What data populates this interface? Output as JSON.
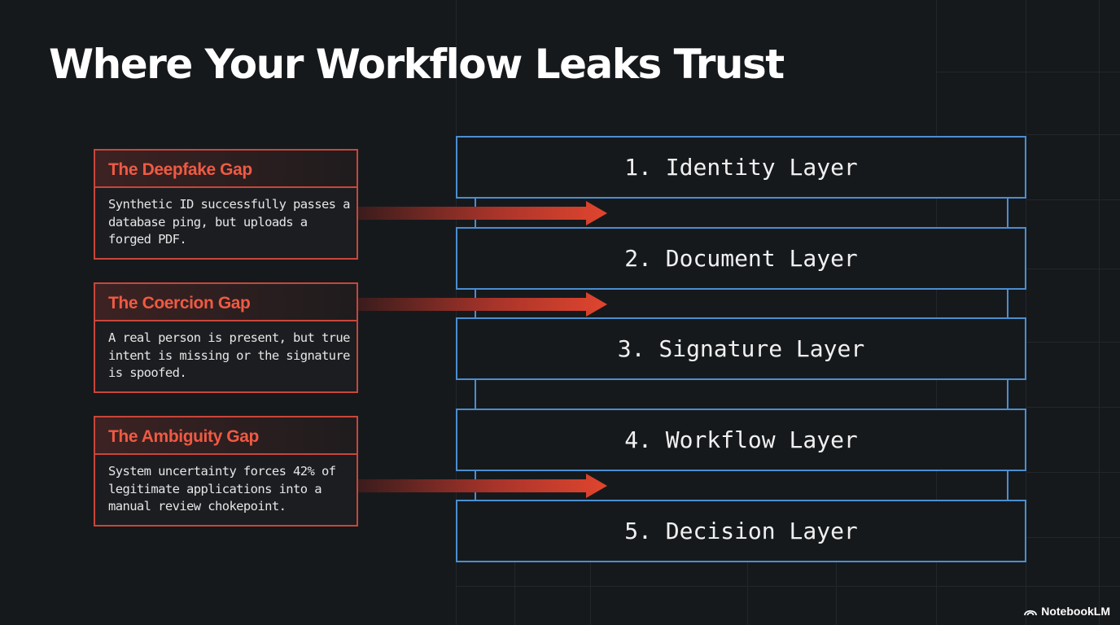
{
  "title": "Where Your Workflow Leaks Trust",
  "gaps": [
    {
      "title": "The Deepfake Gap",
      "body": "Synthetic ID successfully passes a database ping, but uploads a forged PDF.",
      "icon": "arrow-right-icon"
    },
    {
      "title": "The Coercion Gap",
      "body": "A real person is present, but true intent is missing or the signature is spoofed.",
      "icon": "arrow-right-icon"
    },
    {
      "title": "The Ambiguity Gap",
      "body": "System uncertainty forces 42% of legitimate applications into a manual review chokepoint.",
      "icon": "arrow-right-icon"
    }
  ],
  "layers": [
    {
      "label": "1. Identity Layer"
    },
    {
      "label": "2. Document Layer"
    },
    {
      "label": "3. Signature Layer"
    },
    {
      "label": "4. Workflow Layer"
    },
    {
      "label": "5. Decision Layer"
    }
  ],
  "brand": {
    "label": "NotebookLM",
    "icon": "notebooklm-logo-icon"
  },
  "colors": {
    "background": "#16191c",
    "gap_accent": "#c8463a",
    "gap_title": "#ef5a43",
    "arrow_start": "#3a1c1c",
    "arrow_end": "#e0452e",
    "layer_border": "#4a8ed1",
    "text": "#ffffff"
  }
}
